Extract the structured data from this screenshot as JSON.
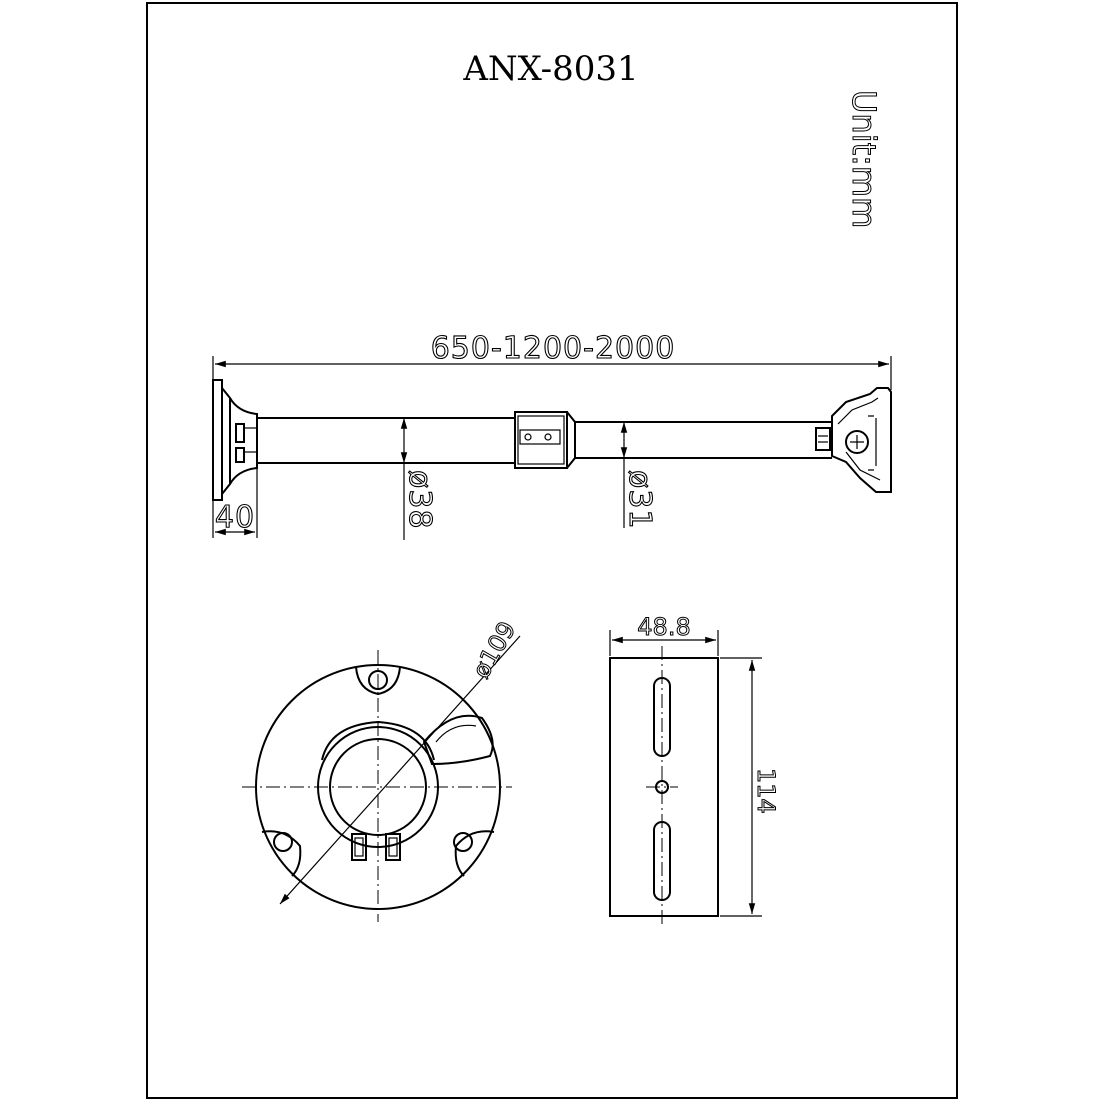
{
  "title": "ANX-8031",
  "unit": "Unit:mm",
  "dimensions": {
    "length": "650-1200-2000",
    "base_depth": "40",
    "tube_large": "ø38",
    "tube_small": "ø31",
    "flange_diameter": "ø109",
    "collar_width": "48.8",
    "collar_height": "114"
  }
}
